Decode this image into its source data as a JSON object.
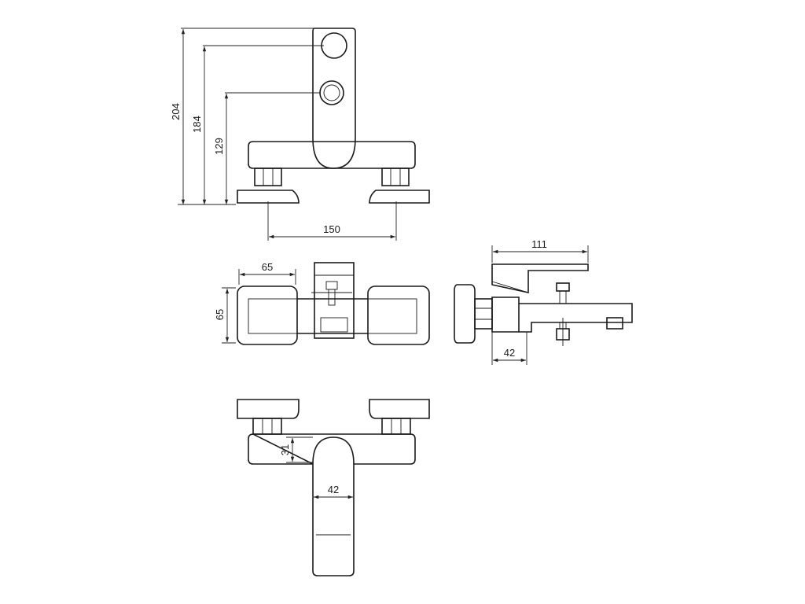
{
  "dimensions": {
    "height_total": "204",
    "height_upper": "184",
    "height_lower": "129",
    "width_between_centers": "150",
    "top_body_width": "65",
    "top_body_height": "65",
    "side_spout_length": "111",
    "side_inlet_offset": "42",
    "bottom_handle_offset": "31",
    "bottom_handle_width": "42"
  },
  "colors": {
    "line": "#1a1a1a",
    "background": "#ffffff"
  }
}
